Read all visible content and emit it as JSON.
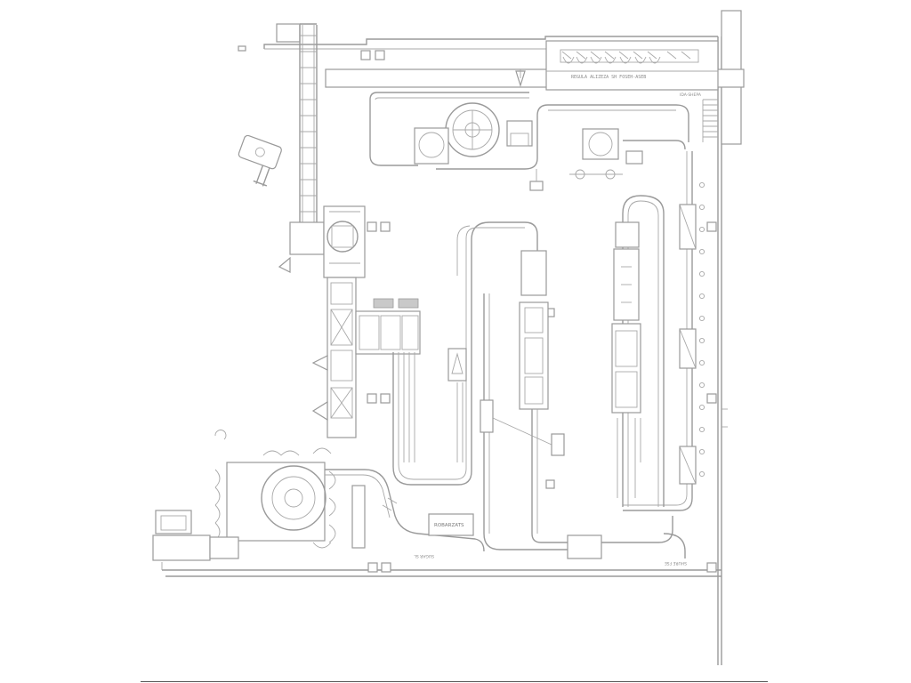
{
  "drawing": {
    "labels": {
      "top_band_label": "REGULA ALIZEZA SH FOSEH-ASEB",
      "outfeed_label": "IDA-SHEPA",
      "unit_label": "ROBARZATS",
      "zone_label_bottom_left": "SUGAR SL",
      "zone_label_bottom_right": "SHURE FSE"
    },
    "marker_count": 14
  }
}
